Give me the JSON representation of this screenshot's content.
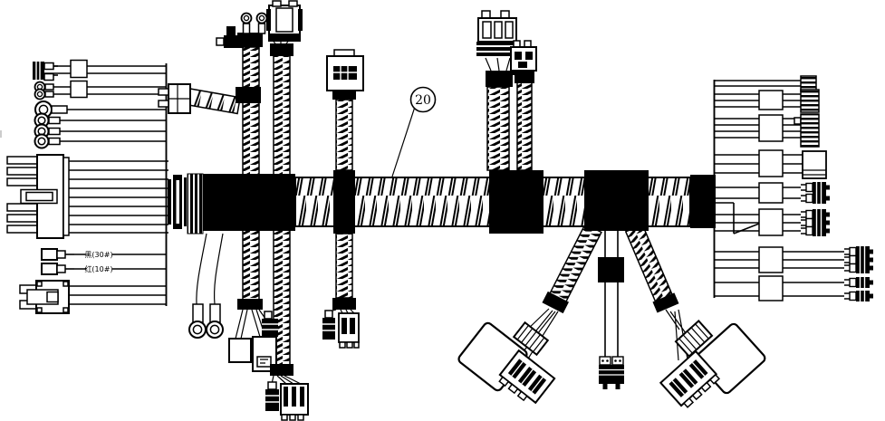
{
  "drawing": {
    "type": "wire-harness-assembly-diagram",
    "callout": {
      "number": "20"
    },
    "wire_labels": [
      {
        "text": "黑(30#)"
      },
      {
        "text": "红(10#)"
      }
    ],
    "colors": {
      "line": "#000000",
      "background": "#ffffff",
      "tape": "#000000"
    },
    "parts": {
      "main_tube": "corrugated-loom-tube",
      "tape_wraps": 5,
      "left_ring_terminals": 6,
      "left_spade_terminals": 2,
      "labeled_bullet_terminals": 2,
      "right_spade_terminals": 10,
      "branches": 5
    }
  }
}
